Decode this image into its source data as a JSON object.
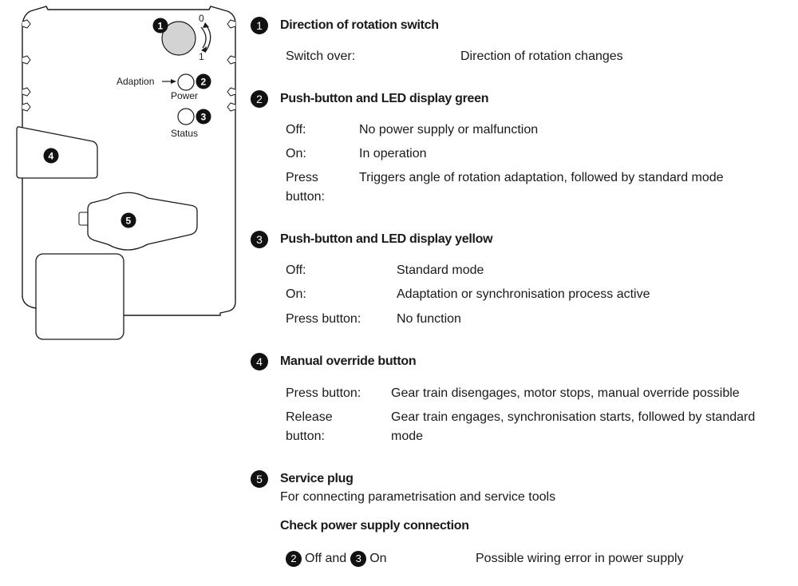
{
  "diagram": {
    "labels": {
      "zero": "0",
      "one": "1",
      "adaption": "Adaption",
      "power": "Power",
      "status": "Status"
    },
    "badges": [
      "1",
      "2",
      "3",
      "4",
      "5"
    ]
  },
  "sections": [
    {
      "number": "1",
      "title": "Direction of rotation switch",
      "rows": [
        {
          "key": "Switch over:",
          "value": "Direction of rotation changes"
        }
      ]
    },
    {
      "number": "2",
      "title": "Push-button and LED display green",
      "rows": [
        {
          "key": "Off:",
          "value": "No power supply or malfunction"
        },
        {
          "key": "On:",
          "value": "In operation"
        },
        {
          "key_line1": "Press",
          "key_line2": "button:",
          "value": "Triggers angle of rotation adaptation, followed by standard mode"
        }
      ]
    },
    {
      "number": "3",
      "title": "Push-button and LED display yellow",
      "rows": [
        {
          "key": "Off:",
          "value": "Standard mode"
        },
        {
          "key": "On:",
          "value": "Adaptation or synchronisation process active"
        },
        {
          "key": "Press button:",
          "value": "No function"
        }
      ]
    },
    {
      "number": "4",
      "title": "Manual override button",
      "rows": [
        {
          "key": "Press button:",
          "value": "Gear train disengages, motor stops, manual override possible"
        },
        {
          "key_line1": "Release",
          "key_line2": "button:",
          "value_line1": "Gear train engages, synchronisation starts, followed by standard",
          "value_line2": "mode"
        }
      ]
    },
    {
      "number": "5",
      "title": "Service plug",
      "description": "For connecting parametrisation and service tools",
      "subheading": "Check power supply connection",
      "check": {
        "badge_a": "2",
        "text_a": "Off and",
        "badge_b": "3",
        "text_b": "On",
        "result": "Possible wiring error in power supply"
      }
    }
  ]
}
